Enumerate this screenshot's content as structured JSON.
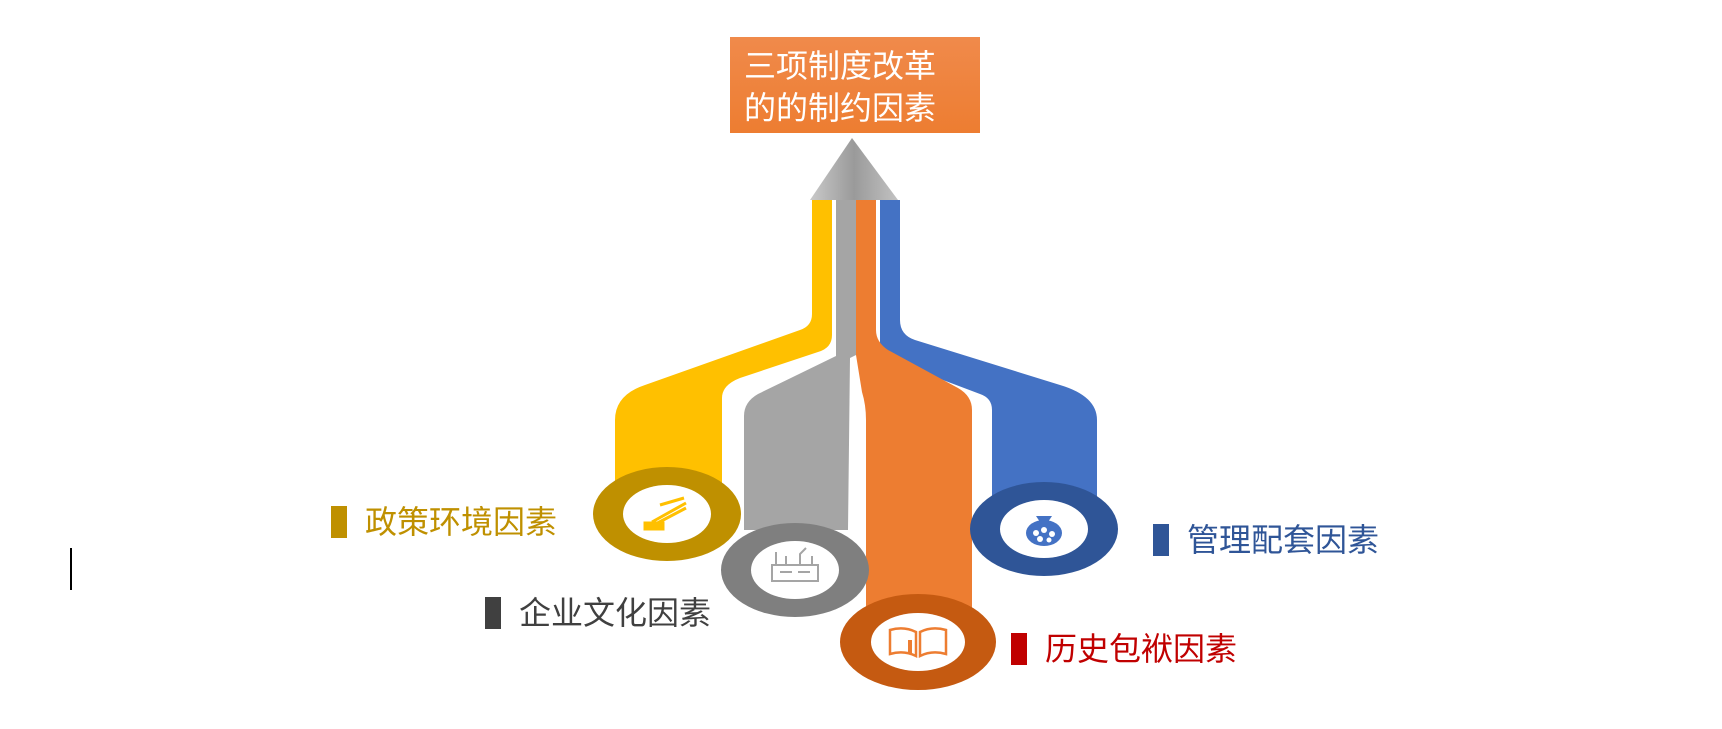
{
  "title": {
    "line1": "三项制度改革",
    "line2": "的的制约因素",
    "color": "#ED7D31"
  },
  "factors": [
    {
      "id": "policy",
      "label": "政策环境因素",
      "color": "#FFC000",
      "ring_color": "#BF9000",
      "icon": "pen-ruler-icon"
    },
    {
      "id": "culture",
      "label": "企业文化因素",
      "color": "#A5A5A5",
      "ring_color": "#7F7F7F",
      "icon": "factory-icon"
    },
    {
      "id": "history",
      "label": "历史包袱因素",
      "color": "#ED7D31",
      "ring_color": "#C55A11",
      "icon": "open-book-icon"
    },
    {
      "id": "mgmt",
      "label": "管理配套因素",
      "color": "#4472C4",
      "ring_color": "#2F5597",
      "icon": "money-bag-icon"
    }
  ],
  "text_colors": {
    "policy": "#BF9000",
    "culture": "#404040",
    "history": "#C00000",
    "mgmt": "#2F5597"
  }
}
